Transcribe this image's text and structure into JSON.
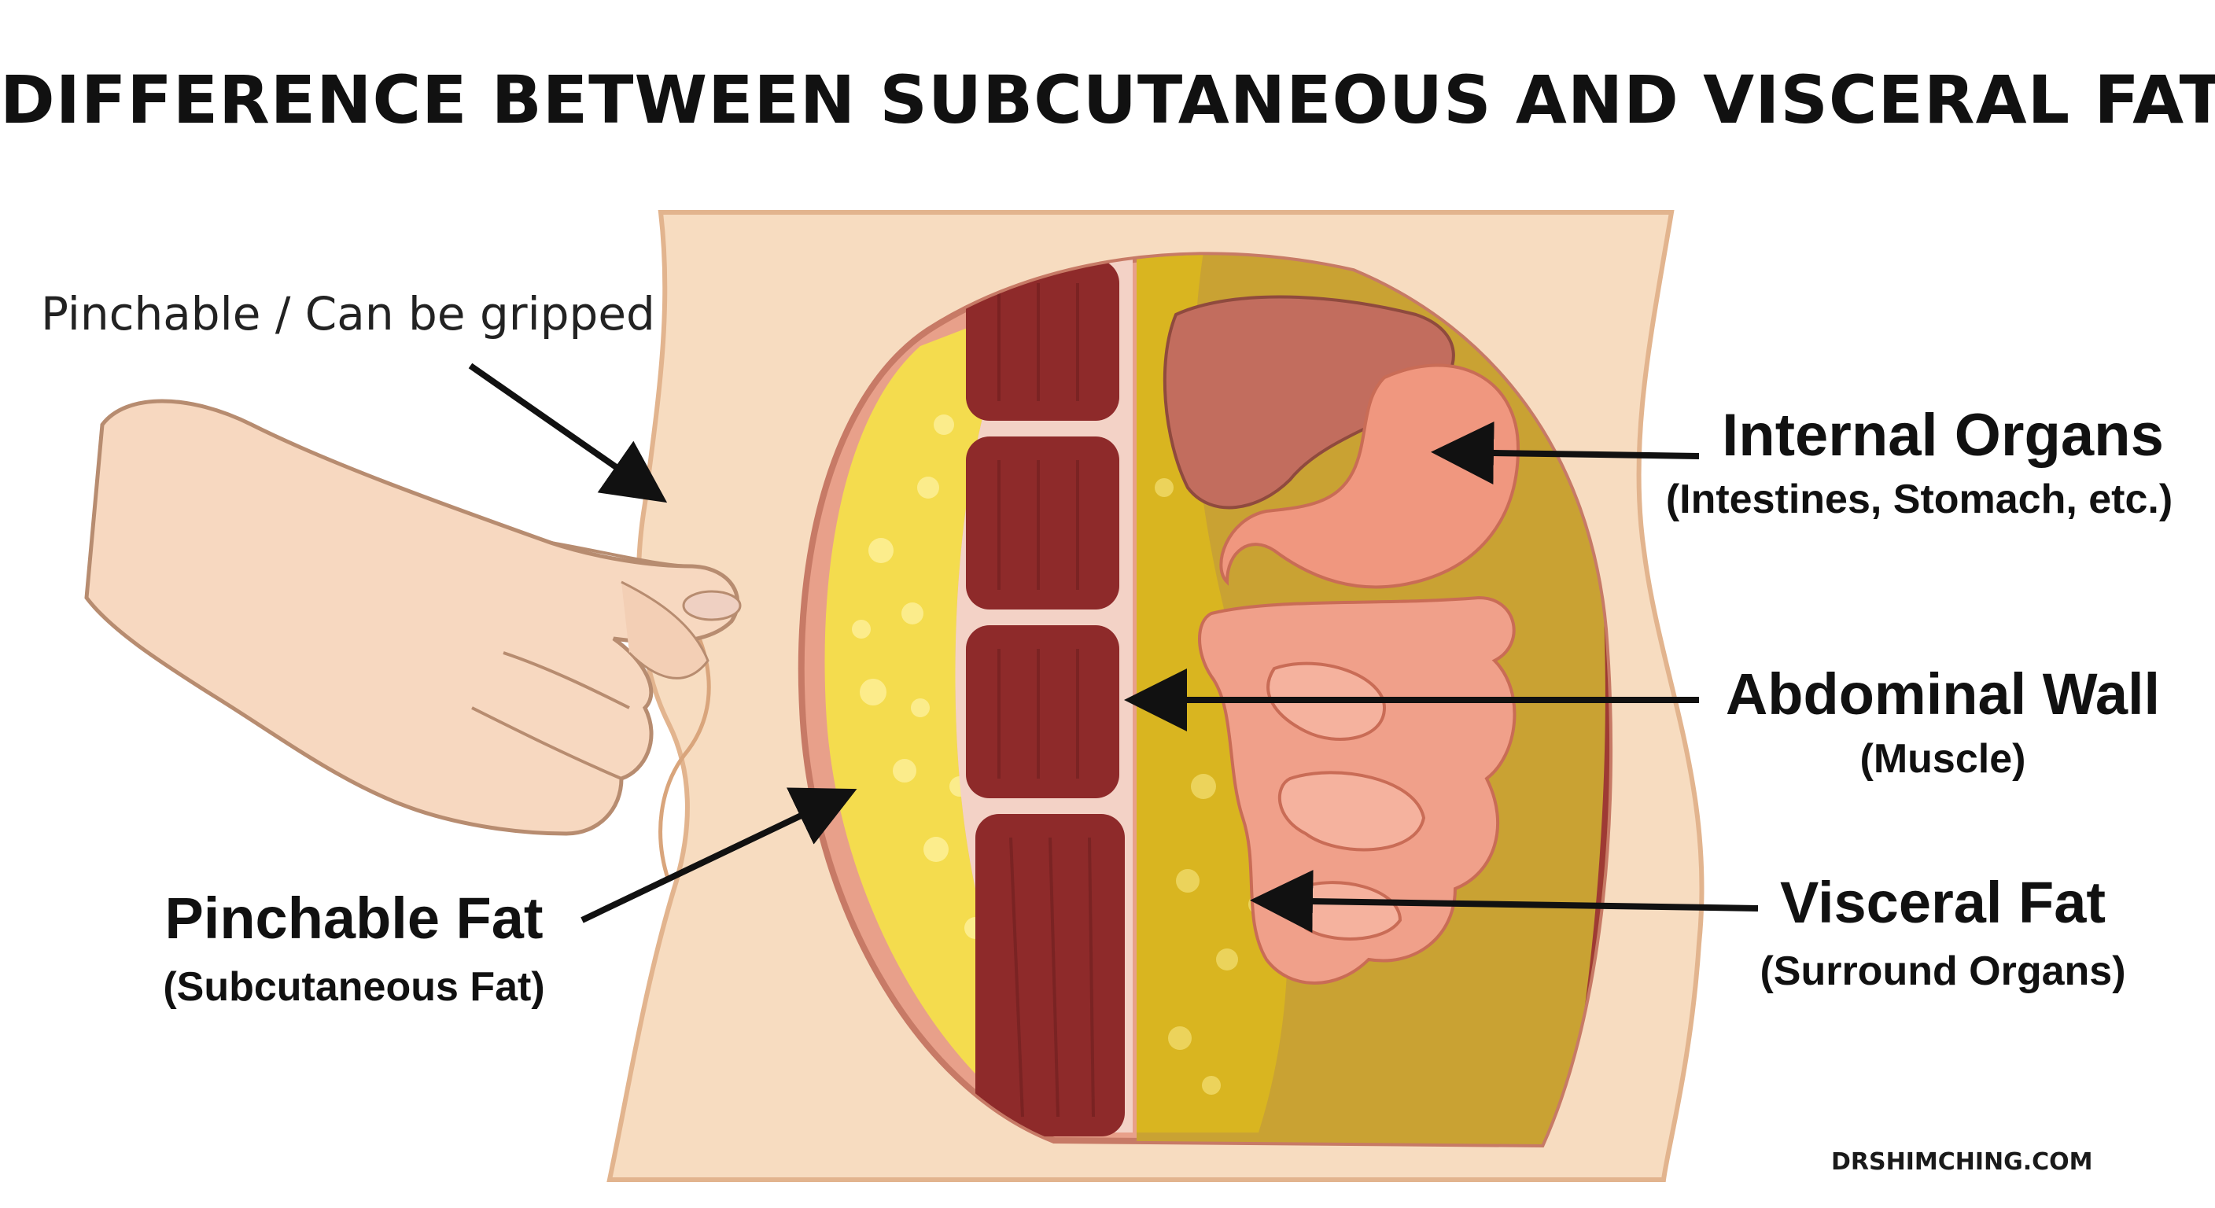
{
  "title": "DIFFERENCE BETWEEN SUBCUTANEOUS AND VISCERAL FAT",
  "labels": {
    "pinch_hint": "Pinchable / Can be gripped",
    "internal_organs": {
      "title": "Internal Organs",
      "subtitle": "(Intestines, Stomach, etc.)"
    },
    "abdominal_wall": {
      "title": "Abdominal Wall",
      "subtitle": "(Muscle)"
    },
    "visceral_fat": {
      "title": "Visceral Fat",
      "subtitle": "(Surround Organs)"
    },
    "pinchable_fat": {
      "title": "Pinchable Fat",
      "subtitle": "(Subcutaneous Fat)"
    }
  },
  "credit": "DRSHIMCHING.COM",
  "colors": {
    "skin": "#f6d9bc",
    "skin_shadow": "#e9bf9b",
    "subcutaneous_fat": "#f4dc4e",
    "muscle": "#8e2a2a",
    "visceral_fat": "#d9b520",
    "cavity": "#c9a233",
    "organ": "#f0977f",
    "liver": "#c26d5e",
    "arrow": "#111111"
  },
  "icons": [
    "hand-illustration",
    "arrow-icon"
  ]
}
